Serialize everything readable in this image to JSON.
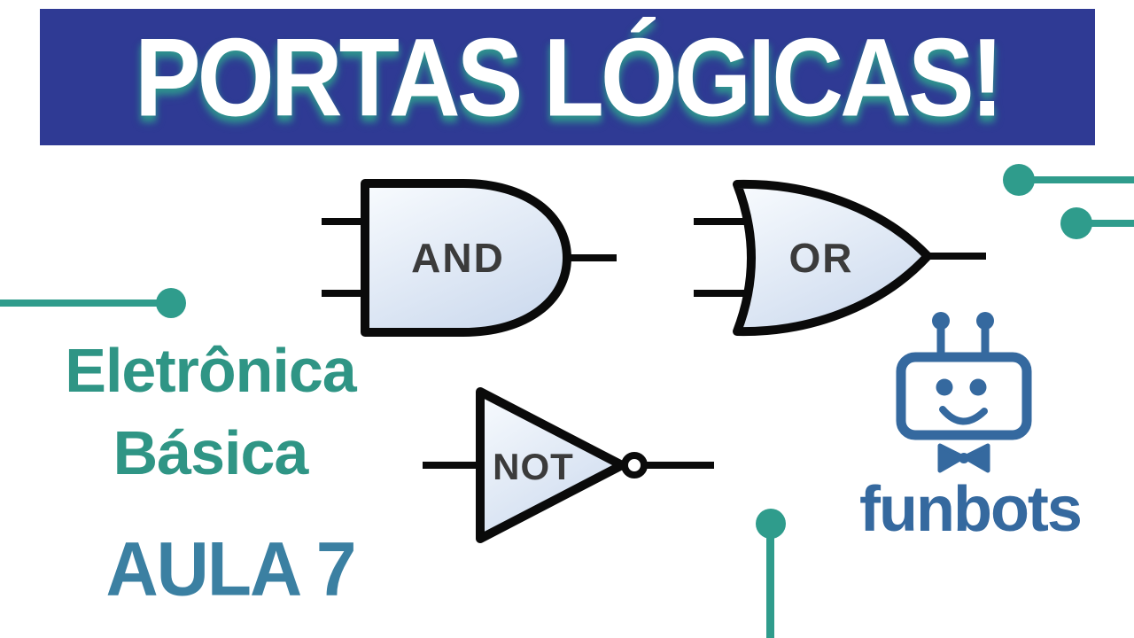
{
  "banner": {
    "title": "PORTAS LÓGICAS!",
    "bg_color": "#2f3a94",
    "text_color": "#ffffff",
    "glow_color": "#2f9c8d"
  },
  "subtitle": {
    "line1": "Eletrônica",
    "line2": "Básica",
    "color": "#2f9585"
  },
  "lesson": {
    "label": "AULA 7",
    "color": "#3b80a2"
  },
  "gates": {
    "and_label": "AND",
    "or_label": "OR",
    "not_label": "NOT",
    "outline_color": "#0a0a0a",
    "fill_top": "#f8fbfe",
    "fill_bottom": "#cfdcef",
    "label_color": "#3b3b3b"
  },
  "brand": {
    "name": "funbots",
    "color": "#35699f",
    "mascot_icon": "robot-icon"
  },
  "decor": {
    "accent_color": "#2f9c8c",
    "nodes": [
      "circuit-node-top-right-upper",
      "circuit-node-top-right-lower",
      "circuit-node-left-middle",
      "circuit-node-bottom-middle"
    ]
  }
}
